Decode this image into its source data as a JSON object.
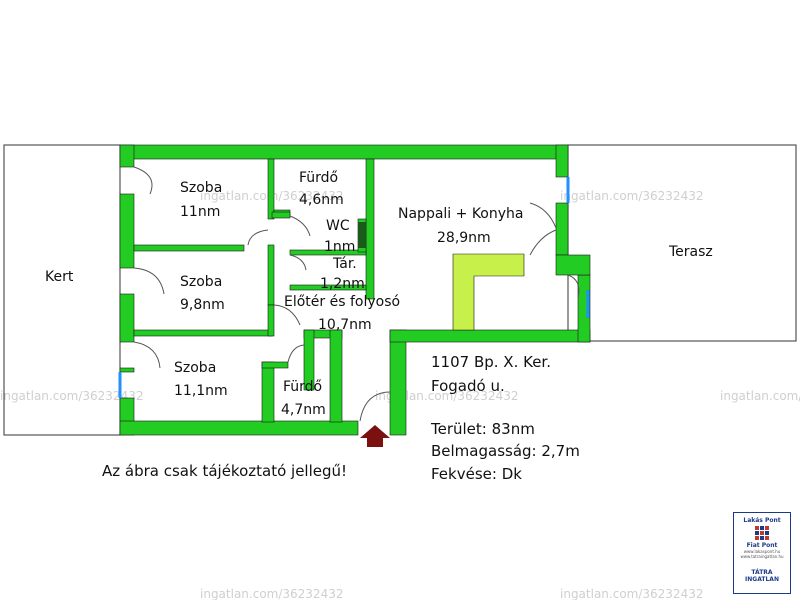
{
  "rooms": {
    "szoba1": {
      "name": "Szoba",
      "area": "11nm"
    },
    "szoba2": {
      "name": "Szoba",
      "area": "9,8nm"
    },
    "szoba3": {
      "name": "Szoba",
      "area": "11,1nm"
    },
    "furdo1": {
      "name": "Fürdő",
      "area": "4,6nm"
    },
    "wc": {
      "name": "WC",
      "area": "1nm"
    },
    "tar": {
      "name": "Tár.",
      "area": "1,2nm"
    },
    "eloter": {
      "name": "Előtér és folyosó",
      "area": "10,7nm"
    },
    "furdo2": {
      "name": "Fürdő",
      "area": "4,7nm"
    },
    "nappali": {
      "name": "Nappali + Konyha",
      "area": "28,9nm"
    },
    "kert": {
      "name": "Kert"
    },
    "terasz": {
      "name": "Terasz"
    }
  },
  "info": {
    "address_line1": "1107 Bp. X. Ker.",
    "address_line2": "Fogadó u.",
    "area": "Terület: 83nm",
    "height": "Belmagasság: 2,7m",
    "orientation": "Fekvése: Dk"
  },
  "disclaimer": "Az ábra csak tájékoztató jellegű!",
  "watermark": "ingatlan.com/36232432",
  "logo": {
    "line1": "Lakás Pont",
    "line2": "Fiat Pont",
    "line3": "www.lakaspont.hu",
    "line4": "www.tatraingatlan.hu",
    "brand1": "TÁTRA",
    "brand2": "INGATLAN"
  },
  "colors": {
    "wall": "#22cc22",
    "kitchen_counter": "#c8f04a",
    "window": "#1e90ff",
    "entrance_arrow": "#7a1010"
  }
}
